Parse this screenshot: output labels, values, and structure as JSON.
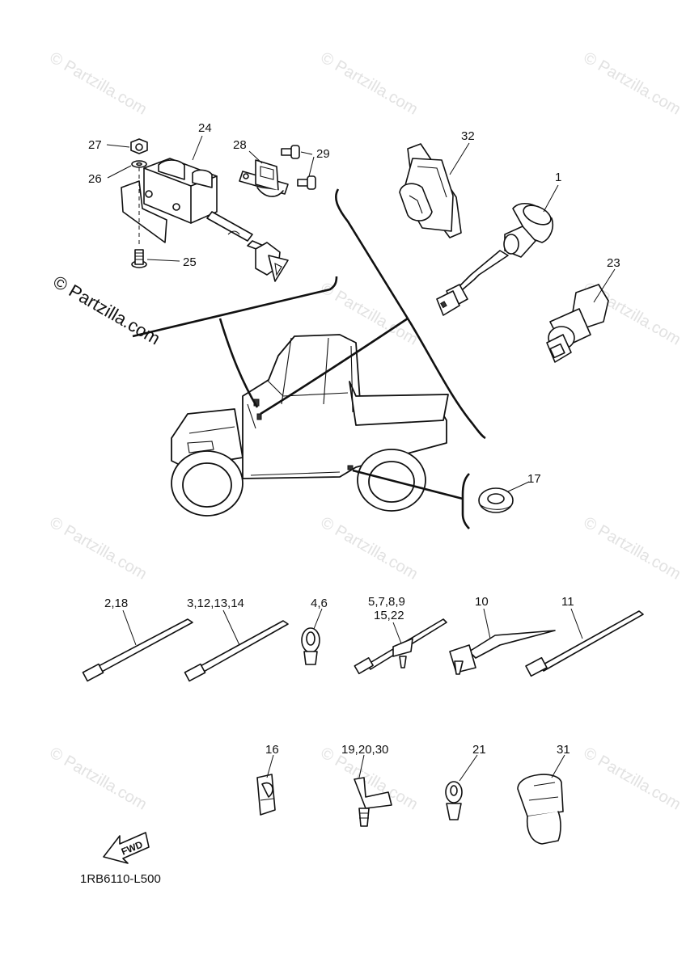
{
  "watermark": {
    "text": "© Partzilla.com",
    "prominent_text": "© Partzilla.com"
  },
  "diagram_code": "1RB6110-L500",
  "fwd_label": "FWD",
  "callouts": {
    "c24": "24",
    "c27": "27",
    "c26": "26",
    "c25": "25",
    "c28": "28",
    "c29": "29",
    "c32": "32",
    "c1": "1",
    "c23": "23",
    "c17": "17",
    "c2_18": "2,18",
    "c3_12_13_14": "3,12,13,14",
    "c4_6": "4,6",
    "c5_7_8_9": "5,7,8,9",
    "c15_22": "15,22",
    "c10": "10",
    "c11": "11",
    "c16": "16",
    "c19_20_30": "19,20,30",
    "c21": "21",
    "c31": "31"
  }
}
